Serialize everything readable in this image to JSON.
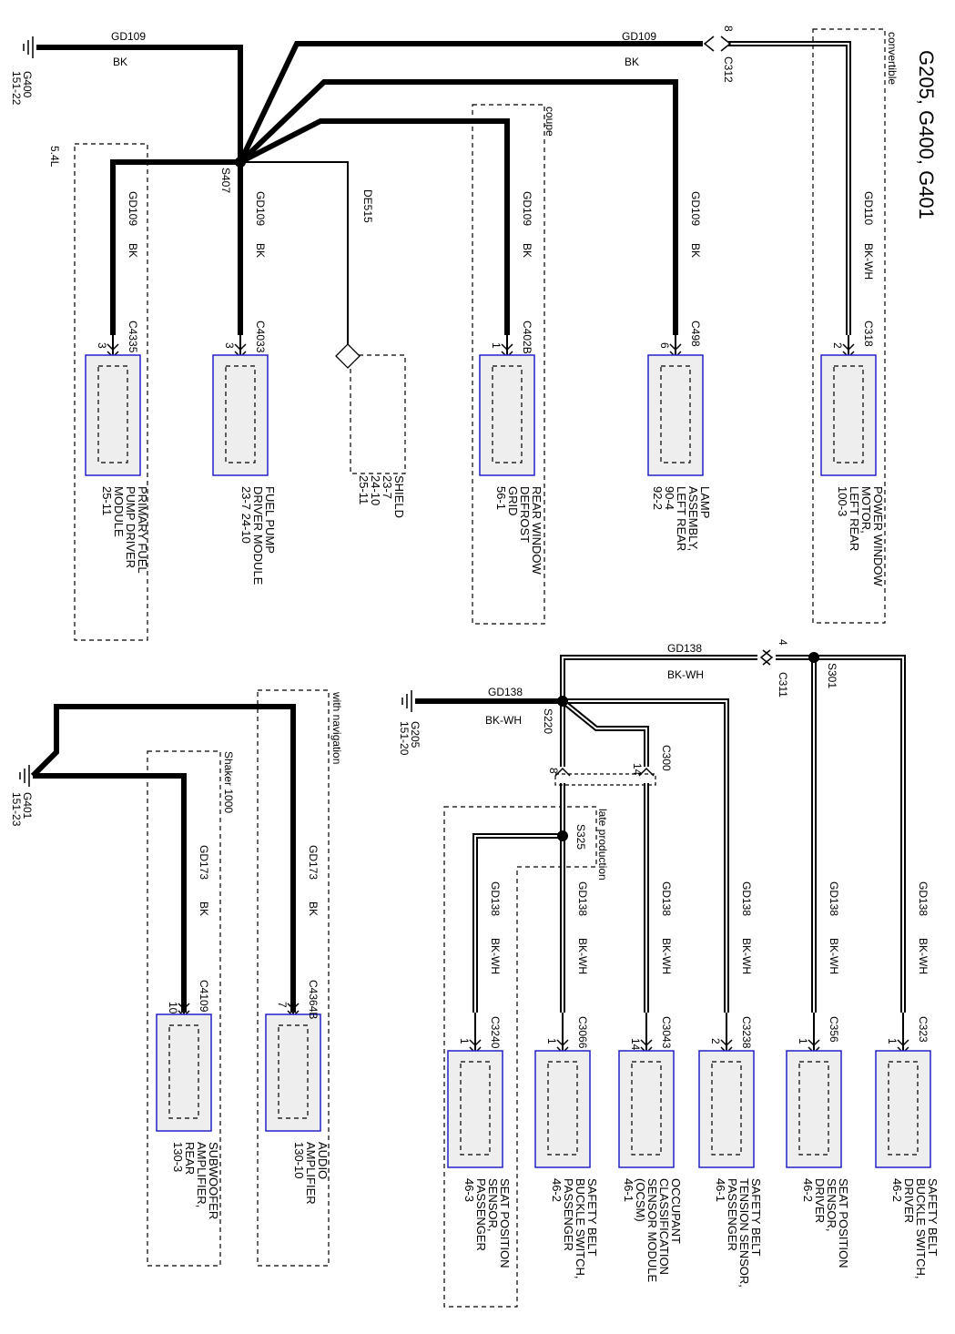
{
  "title": "G205, G400, G401",
  "grounds": [
    {
      "id": "G400",
      "loc": "151-22"
    },
    {
      "id": "G205",
      "loc": "151-20"
    },
    {
      "id": "G401",
      "loc": "151-23"
    }
  ],
  "splices": [
    "S407",
    "S220",
    "S301",
    "S325"
  ],
  "inline_connectors": [
    {
      "id": "C312",
      "pin": "8"
    },
    {
      "id": "C311",
      "pin": "4"
    },
    {
      "id": "C300a",
      "label": "C300",
      "pin": "8"
    },
    {
      "id": "C300b",
      "label": "C300",
      "pin": "14"
    }
  ],
  "option_labels": {
    "l54": "5.4L",
    "coupe": "coupe",
    "convertible": "convertible",
    "late": "late production",
    "shaker": "Shaker 1000",
    "nav": "with navigation"
  },
  "circuits": {
    "gd109": "GD109",
    "bk": "BK",
    "gd110": "GD110",
    "bkwh": "BK-WH",
    "de515": "DE515",
    "gd138": "GD138",
    "gd173": "GD173"
  },
  "components": [
    {
      "connector": "C4335",
      "pin": "3",
      "lines": [
        "PRIMARY FUEL",
        "PUMP DRIVER",
        "MODULE",
        "25-11"
      ]
    },
    {
      "connector": "C4033",
      "pin": "3",
      "lines": [
        "FUEL PUMP",
        "DRIVER MODULE",
        "23-7     24-10"
      ]
    },
    {
      "connector": "",
      "pin": "",
      "lines": [
        "SHIELD",
        "23-7",
        "24-10",
        "25-11"
      ]
    },
    {
      "connector": "C402B",
      "pin": "1",
      "lines": [
        "REAR WINDOW",
        "DEFROST",
        "GRID",
        "56-1"
      ]
    },
    {
      "connector": "C498",
      "pin": "6",
      "lines": [
        "LAMP",
        "ASSEMBLY,",
        "LEFT REAR",
        "90-4",
        "92-2"
      ]
    },
    {
      "connector": "C318",
      "pin": "2",
      "lines": [
        "POWER WINDOW",
        "MOTOR,",
        "LEFT REAR",
        "100-3"
      ]
    },
    {
      "connector": "C4109",
      "pin": "10",
      "lines": [
        "SUBWOOFER",
        "AMPLIFIER,",
        "REAR",
        "130-3"
      ]
    },
    {
      "connector": "C4364B",
      "pin": "7",
      "lines": [
        "AUDIO",
        "AMPLIFIER",
        "130-10"
      ]
    },
    {
      "connector": "C3240",
      "pin": "1",
      "lines": [
        "SEAT POSITION",
        "SENSOR,",
        "PASSENGER",
        "46-3"
      ]
    },
    {
      "connector": "C3066",
      "pin": "1",
      "lines": [
        "SAFETY BELT",
        "BUCKLE SWITCH,",
        "PASSENGER",
        "46-2"
      ]
    },
    {
      "connector": "C3043",
      "pin": "14",
      "lines": [
        "OCCUPANT",
        "CLASSIFICATION",
        "SENSOR MODULE",
        "(OCSM)",
        "46-1"
      ]
    },
    {
      "connector": "C3238",
      "pin": "2",
      "lines": [
        "SAFETY BELT",
        "TENSION SENSOR,",
        "PASSENGER",
        "46-1"
      ]
    },
    {
      "connector": "C356",
      "pin": "1",
      "lines": [
        "SEAT POSITION",
        "SENSOR,",
        "DRIVER",
        "46-2"
      ]
    },
    {
      "connector": "C323",
      "pin": "1",
      "lines": [
        "SAFETY BELT",
        "BUCKLE SWITCH,",
        "DRIVER",
        "46-2"
      ]
    }
  ]
}
